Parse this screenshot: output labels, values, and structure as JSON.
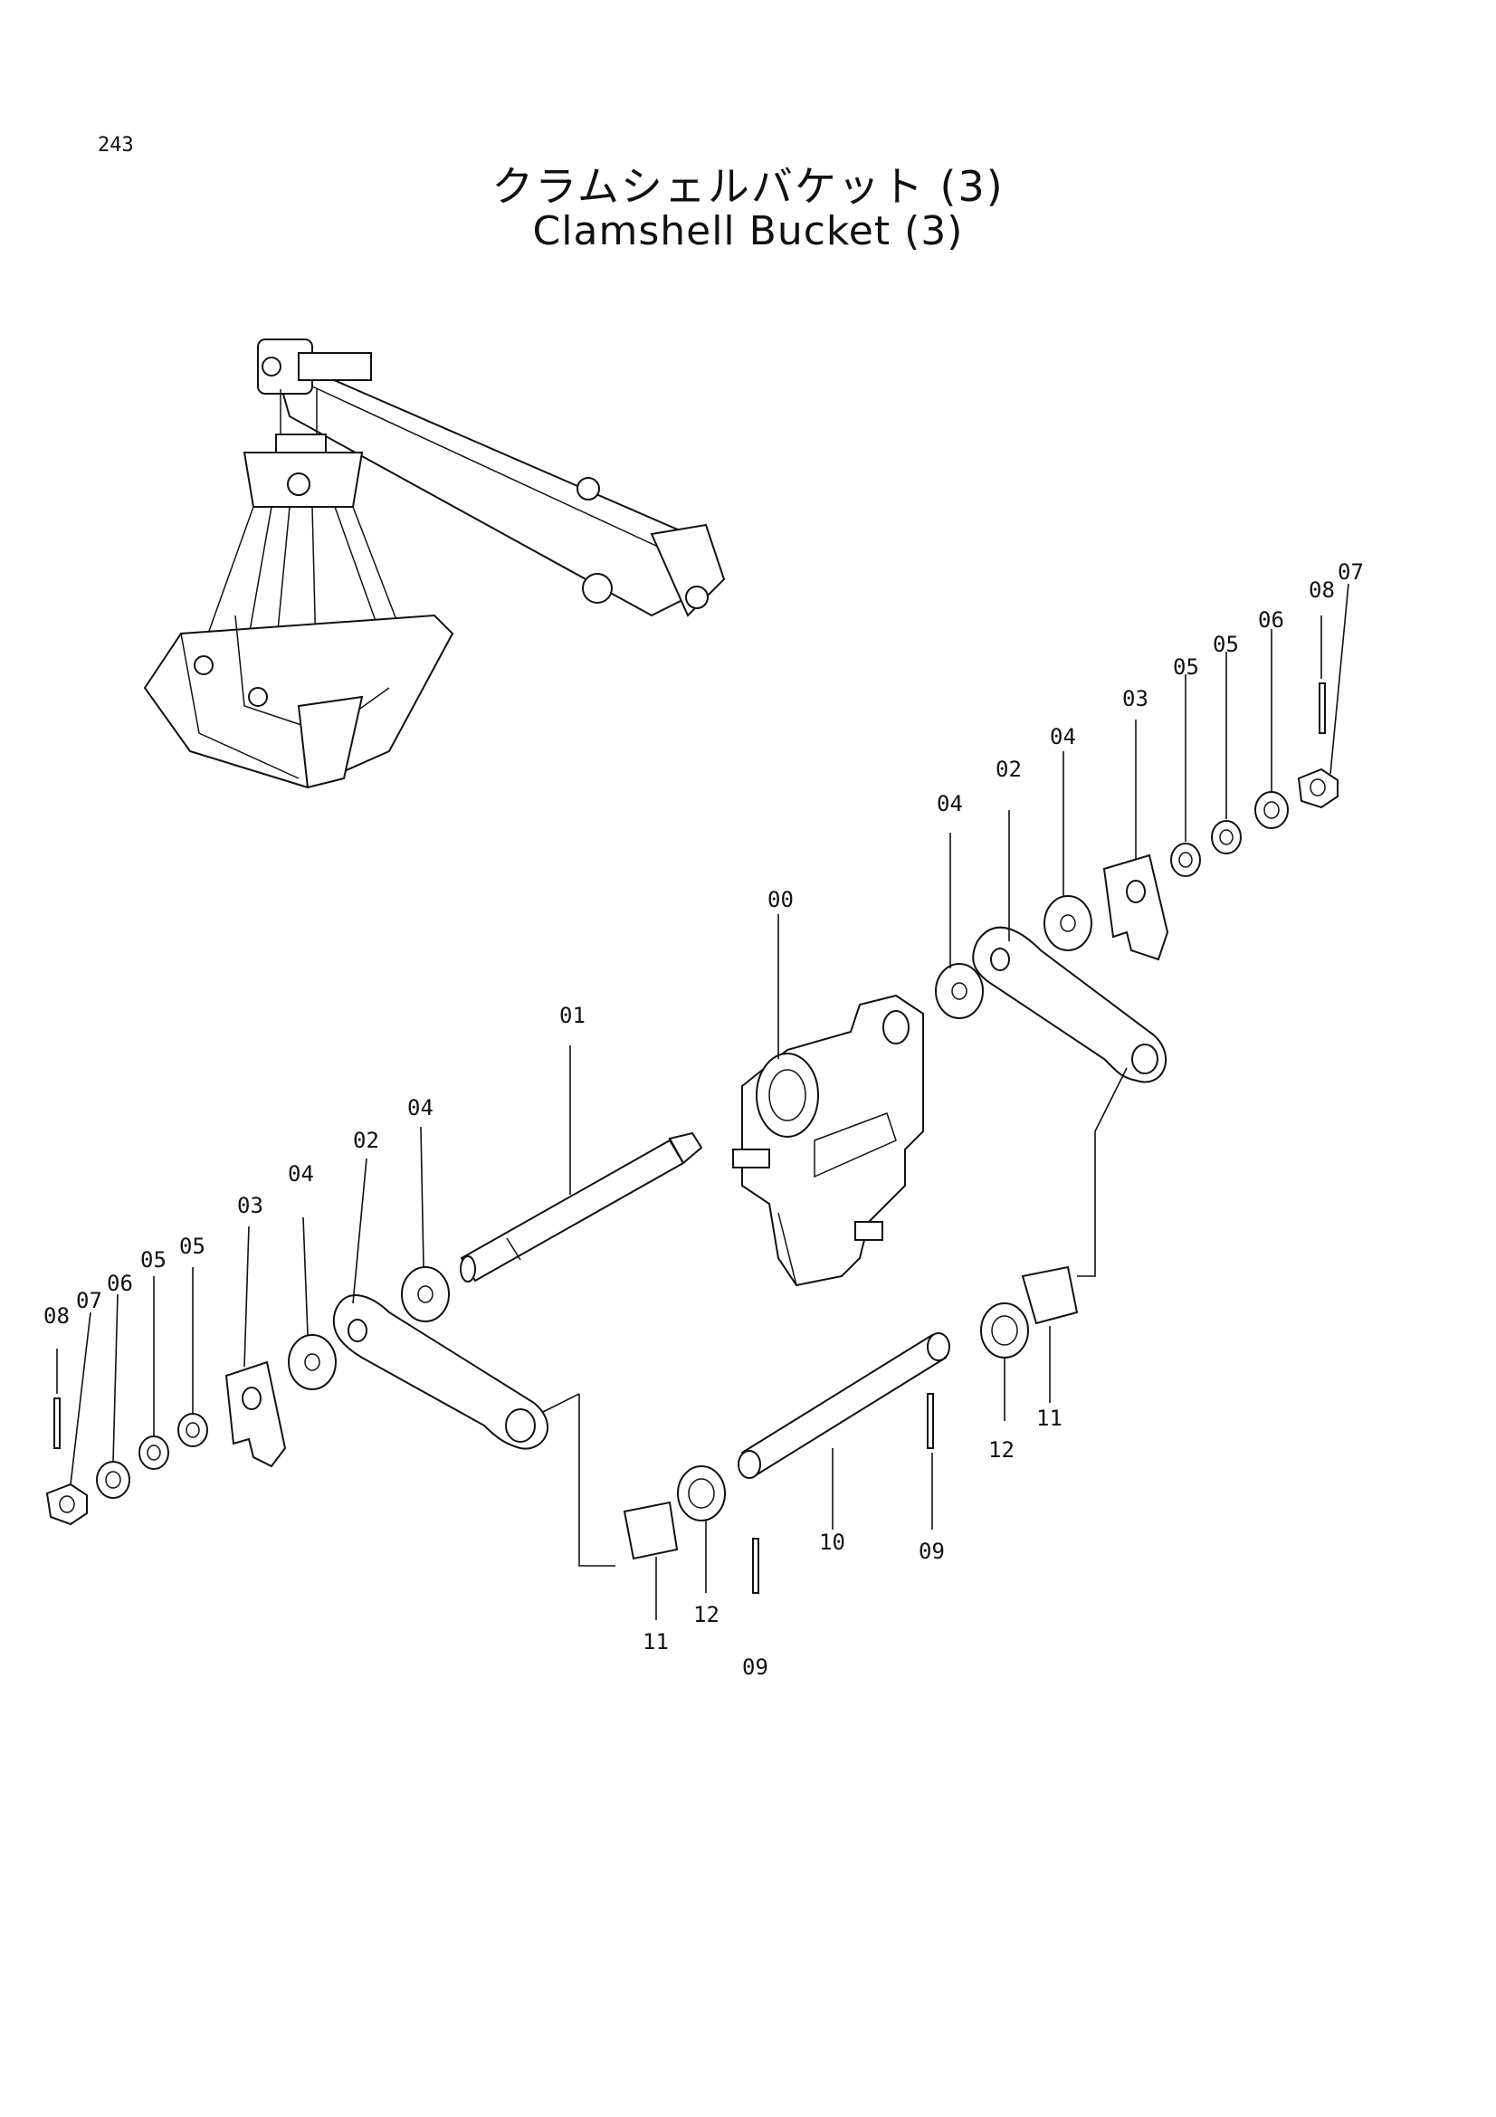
{
  "page": {
    "number": "243"
  },
  "title": {
    "japanese": "クラムシェルバケット (3)",
    "english": "Clamshell Bucket (3)"
  },
  "callouts": [
    {
      "id": "c00",
      "label": "00"
    },
    {
      "id": "c01",
      "label": "01"
    },
    {
      "id": "c02a",
      "label": "02"
    },
    {
      "id": "c02b",
      "label": "02"
    },
    {
      "id": "c03a",
      "label": "03"
    },
    {
      "id": "c03b",
      "label": "03"
    },
    {
      "id": "c04a",
      "label": "04"
    },
    {
      "id": "c04b",
      "label": "04"
    },
    {
      "id": "c04c",
      "label": "04"
    },
    {
      "id": "c04d",
      "label": "04"
    },
    {
      "id": "c05a",
      "label": "05"
    },
    {
      "id": "c05b",
      "label": "05"
    },
    {
      "id": "c05c",
      "label": "05"
    },
    {
      "id": "c05d",
      "label": "05"
    },
    {
      "id": "c06a",
      "label": "06"
    },
    {
      "id": "c06b",
      "label": "06"
    },
    {
      "id": "c07a",
      "label": "07"
    },
    {
      "id": "c07b",
      "label": "07"
    },
    {
      "id": "c08a",
      "label": "08"
    },
    {
      "id": "c08b",
      "label": "08"
    },
    {
      "id": "c09a",
      "label": "09"
    },
    {
      "id": "c09b",
      "label": "09"
    },
    {
      "id": "c10",
      "label": "10"
    },
    {
      "id": "c11a",
      "label": "11"
    },
    {
      "id": "c11b",
      "label": "11"
    },
    {
      "id": "c12a",
      "label": "12"
    },
    {
      "id": "c12b",
      "label": "12"
    }
  ]
}
